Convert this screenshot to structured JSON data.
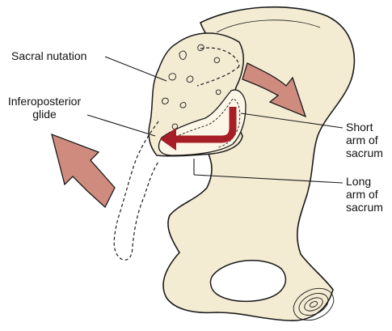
{
  "labels": {
    "sacral_nutation": "Sacral nutation",
    "inferoposterior_1": "Inferoposterior",
    "inferoposterior_2": "glide",
    "short_arm_1": "Short",
    "short_arm_2": "arm of",
    "short_arm_3": "sacrum",
    "long_arm_1": "Long",
    "long_arm_2": "arm of",
    "long_arm_3": "sacrum"
  },
  "colors": {
    "bone": "#f3ebd2",
    "outline": "#1a1a1a",
    "arrow_fill": "#cf8b7e",
    "glide_arrow": "#a81e26"
  }
}
